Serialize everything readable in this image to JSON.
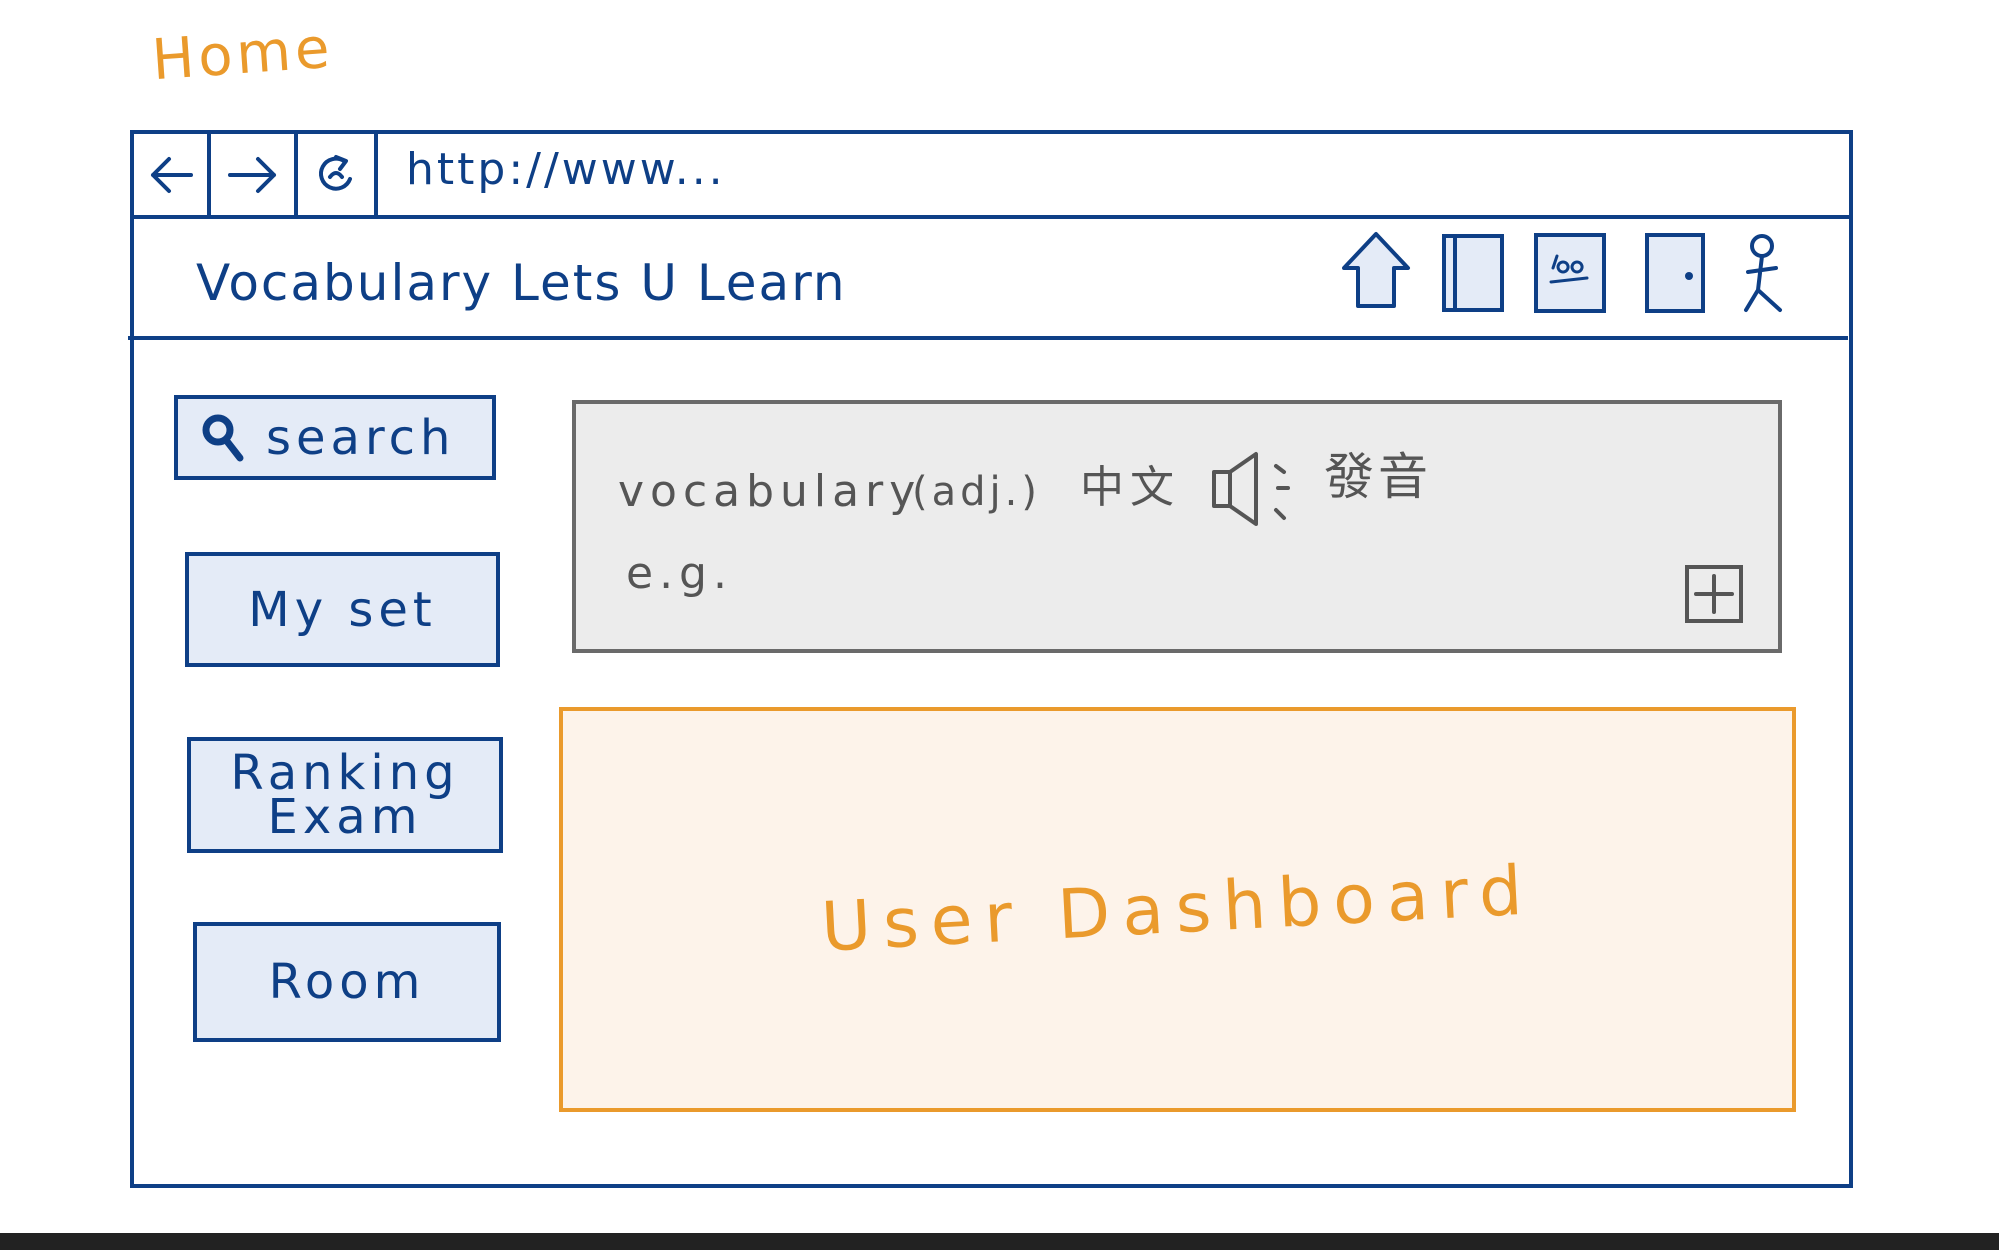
{
  "page_label": "Home",
  "browser": {
    "url": "http://www..."
  },
  "header": {
    "title": "Vocabulary Lets U Learn"
  },
  "sidebar": {
    "search_label": "search",
    "buttons": [
      "My set",
      "Ranking",
      "Exam",
      "Room"
    ]
  },
  "word_card": {
    "word": "vocabulary",
    "part_of_speech": "(adj.)",
    "translation_label": "中文",
    "pronounce_label": "發音",
    "example_label": "e.g."
  },
  "dashboard": {
    "label": "User Dashboard"
  },
  "colors": {
    "ink_blue": "#0e3f86",
    "accent_orange": "#ea9a2c",
    "button_fill": "#e4ebf7",
    "card_fill": "#ececec",
    "card_border": "#6a6a6a",
    "dashboard_fill": "#fdf3ea"
  },
  "icons": [
    "back-arrow-icon",
    "forward-arrow-icon",
    "refresh-icon",
    "home-icon",
    "book-icon",
    "score-card-icon",
    "door-icon",
    "user-icon",
    "search-icon",
    "speaker-icon",
    "add-icon"
  ]
}
